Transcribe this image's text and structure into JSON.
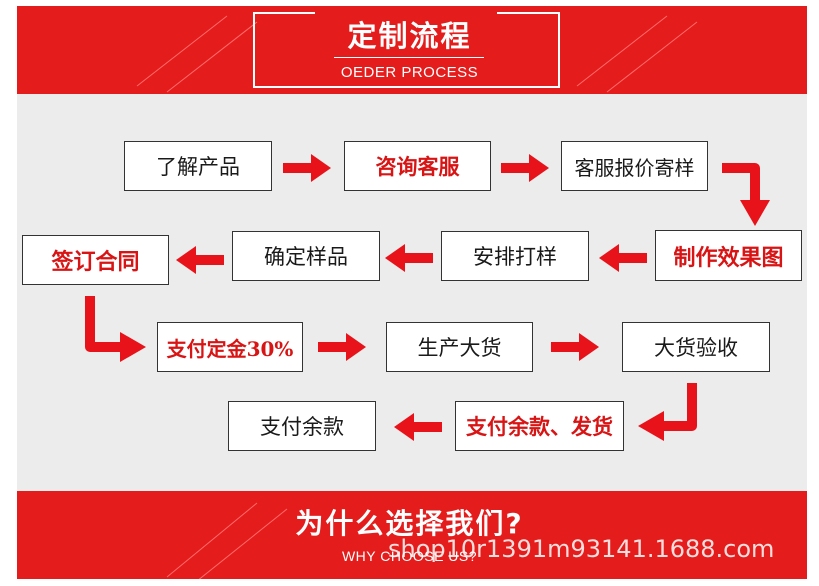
{
  "header": {
    "title": "定制流程",
    "subtitle": "OEDER PROCESS"
  },
  "steps": [
    {
      "label": "了解产品",
      "highlight": false
    },
    {
      "label": "咨询客服",
      "highlight": true
    },
    {
      "label": "客服报价寄样",
      "highlight": false
    },
    {
      "label": "制作效果图",
      "highlight": true
    },
    {
      "label": "安排打样",
      "highlight": false
    },
    {
      "label": "确定样品",
      "highlight": false
    },
    {
      "label": "签订合同",
      "highlight": true
    },
    {
      "label": "支付定金30%",
      "highlight": true
    },
    {
      "label": "生产大货",
      "highlight": false
    },
    {
      "label": "大货验收",
      "highlight": false
    },
    {
      "label": "支付余款、发货",
      "highlight": true
    },
    {
      "label": "支付余款",
      "highlight": false
    }
  ],
  "footer": {
    "title": "为什么选择我们?",
    "subtitle": "WHY CHOOSE US?"
  },
  "watermark": "shop10r1391m93141.1688.com",
  "colors": {
    "band": "#e41c1c",
    "arrow": "#e8121a",
    "highlight_text": "#d81414",
    "panel": "#ececec"
  }
}
